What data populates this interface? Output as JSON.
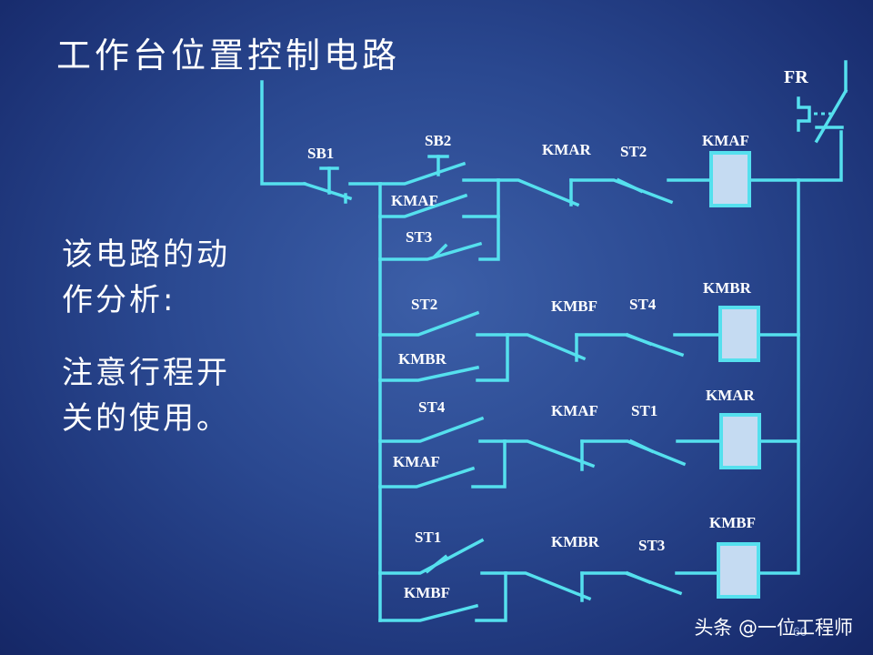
{
  "slide": {
    "title": "工作台位置控制电路",
    "note1_line1": "该电路的动",
    "note1_line2": "作分析:",
    "note2_line1": "注意行程开",
    "note2_line2": "关的使用。",
    "page_number": "60",
    "watermark": "头条 @一位工程师"
  },
  "diagram": {
    "labels": {
      "fr": "FR",
      "sb1": "SB1",
      "sb2": "SB2",
      "kmaf_hold": "KMAF",
      "st3_top": "ST3",
      "kmar_interlock": "KMAR",
      "st2_r1": "ST2",
      "coil_kmaf": "KMAF",
      "st2_r2": "ST2",
      "kmbr_hold": "KMBR",
      "kmbf_interlock": "KMBF",
      "st4_r2": "ST4",
      "coil_kmbr": "KMBR",
      "st4_r3": "ST4",
      "kmaf_r3": "KMAF",
      "kmaf_interlock": "KMAF",
      "st1_r3": "ST1",
      "coil_kmar": "KMAR",
      "st1_r4": "ST1",
      "kmbf_hold": "KMBF",
      "kmbr_interlock": "KMBR",
      "st3_r4": "ST3",
      "coil_kmbf": "KMBF"
    },
    "colors": {
      "wire": "#55e0ee",
      "coil_fill": "#c5dbf2",
      "text": "#ffffff"
    }
  }
}
